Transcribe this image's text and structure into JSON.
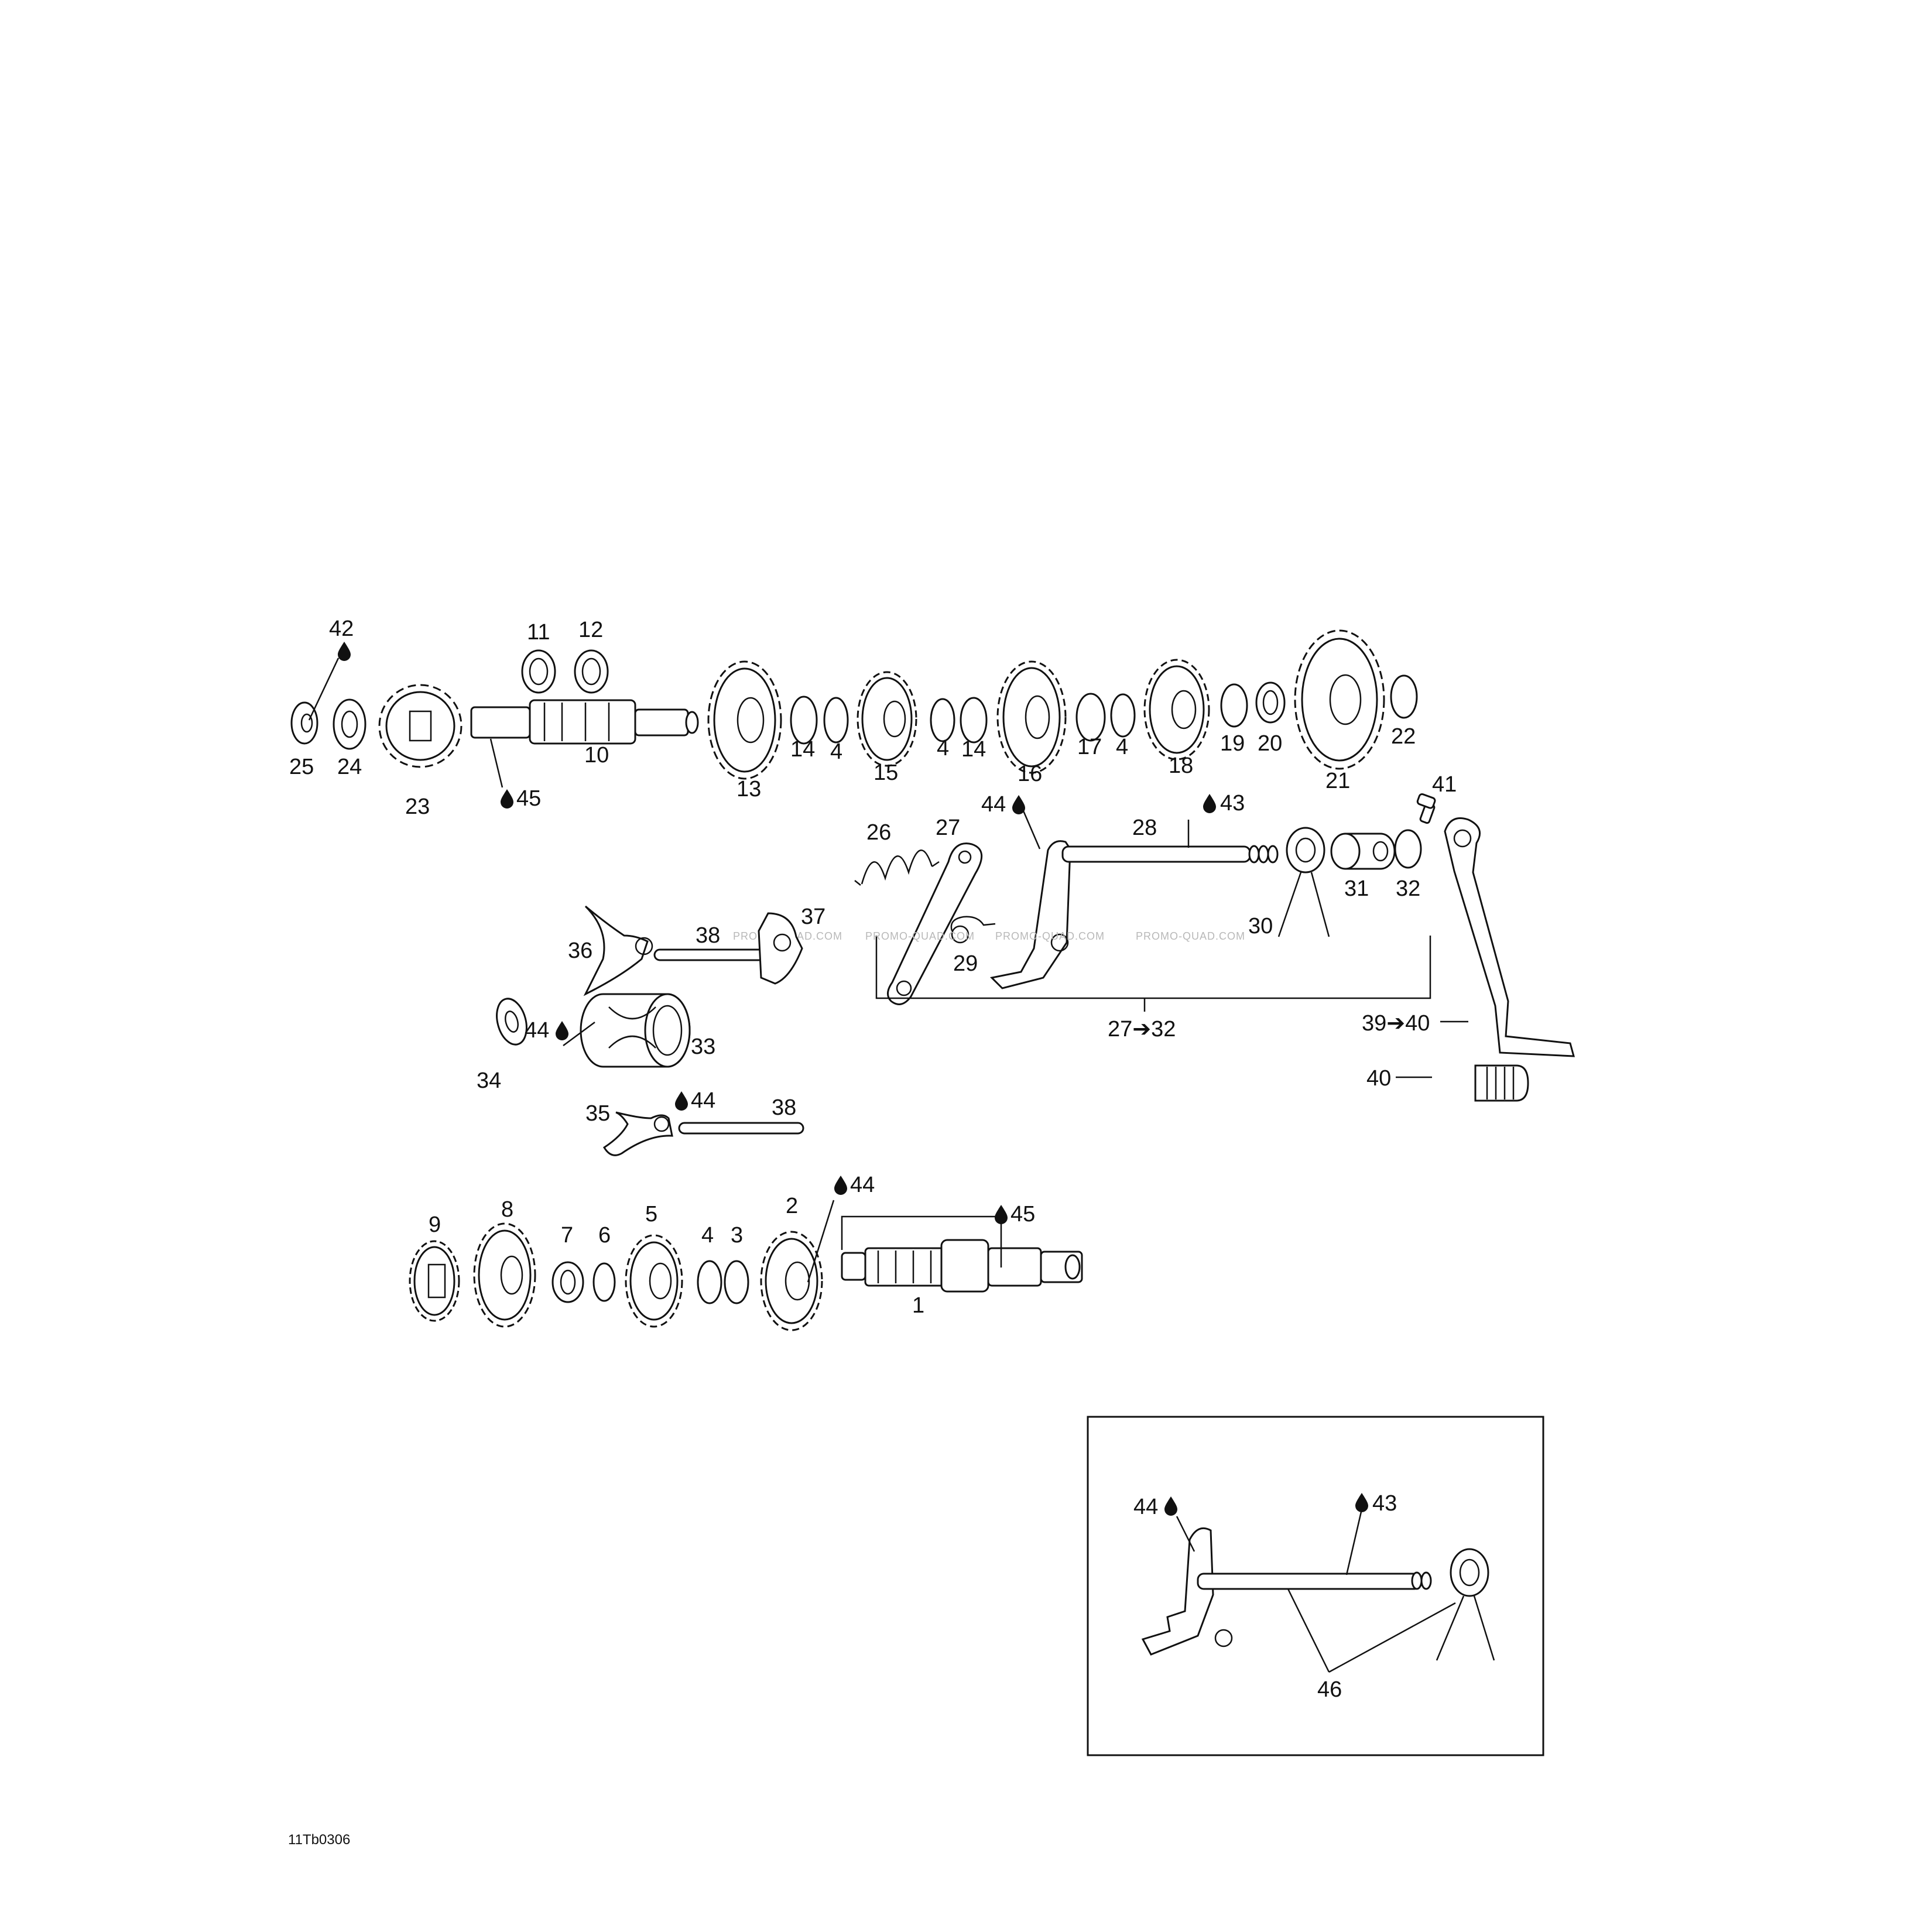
{
  "diagram": {
    "part_labels": {
      "p1": "1",
      "p2": "2",
      "p3": "3",
      "p4": "4",
      "p5": "5",
      "p6": "6",
      "p7": "7",
      "p8": "8",
      "p9": "9",
      "p10": "10",
      "p11": "11",
      "p12": "12",
      "p13": "13",
      "p14": "14",
      "p15": "15",
      "p16": "16",
      "p17": "17",
      "p18": "18",
      "p19": "19",
      "p20": "20",
      "p21": "21",
      "p22": "22",
      "p23": "23",
      "p24": "24",
      "p25": "25",
      "p26": "26",
      "p27": "27",
      "p28": "28",
      "p29": "29",
      "p30": "30",
      "p31": "31",
      "p32": "32",
      "p33": "33",
      "p34": "34",
      "p35": "35",
      "p36": "36",
      "p37": "37",
      "p38": "38",
      "p40": "40",
      "p41": "41",
      "p42": "42",
      "p43": "43",
      "p44": "44",
      "p45": "45",
      "p46": "46",
      "range_27_32": "27➔32",
      "range_39_40": "39➔40"
    },
    "watermark": "PROMO-QUAD.COM",
    "figure_code": "11Tb0306"
  }
}
